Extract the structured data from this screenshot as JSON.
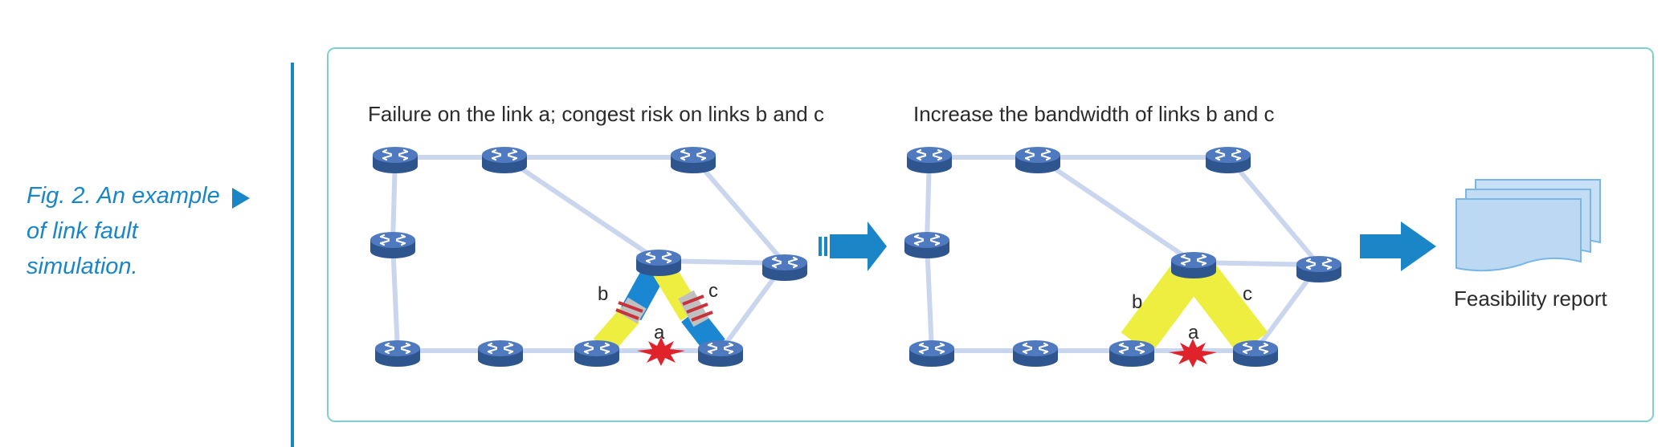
{
  "caption": {
    "lines": [
      "Fig. 2. An example",
      "of link fault",
      "simulation."
    ]
  },
  "diagram": {
    "left_title": "Failure on the link a;  congest risk on links b and c",
    "right_title": "Increase the bandwidth of links b and c",
    "link_labels": {
      "a": "a",
      "b": "b",
      "c": "c"
    },
    "report_label": "Feasibility report"
  },
  "colors": {
    "accent": "#1a86c8",
    "panel_border": "#7fcfd3",
    "router_body": "#3a63a6",
    "router_top": "#4f7ac0",
    "link": "#c9d6ee",
    "congest_blue": "#1b87d2",
    "congest_yellow": "#eeee40",
    "failure_red": "#e0222a",
    "report_fill": "#bcd8f2",
    "report_stroke": "#7ab6e6"
  },
  "icons": {
    "router": "router-icon",
    "failure": "explosion-icon",
    "arrow": "arrow-right-icon",
    "report": "document-stack-icon"
  }
}
